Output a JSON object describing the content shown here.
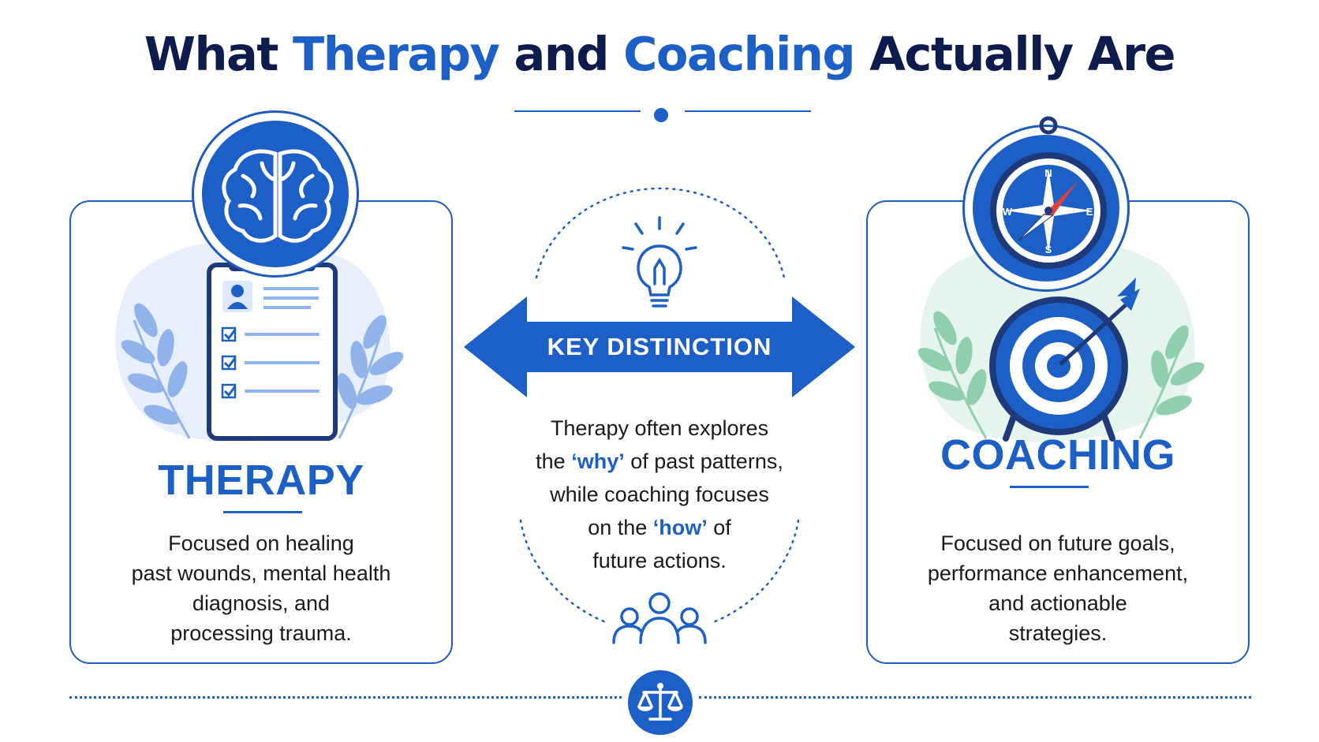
{
  "title": {
    "part1": "What ",
    "highlight1": "Therapy",
    "part2": " and ",
    "highlight2": "Coaching",
    "part3": " Actually Are"
  },
  "therapy": {
    "title": "THERAPY",
    "description": [
      "Focused on healing",
      "past wounds, mental health",
      "diagnosis, and",
      "processing trauma."
    ]
  },
  "coaching": {
    "title": "COACHING",
    "description": [
      "Focused on future goals,",
      "performance enhancement,",
      "and actionable",
      "strategies."
    ]
  },
  "center": {
    "arrow_label": "KEY DISTINCTION",
    "text1": "Therapy often explores",
    "text2a": "the ",
    "text2b": "‘why’",
    "text2c": " of past patterns,",
    "text3": "while coaching focuses",
    "text4a": "on the ",
    "text4b": "‘how’",
    "text4c": " of",
    "text5": "future actions."
  },
  "compass": {
    "n": "N",
    "e": "E",
    "s": "S",
    "w": "W"
  },
  "colors": {
    "primary": "#1c5fc6",
    "navy": "#0d1b4d",
    "leaf_blue": "#8fb3ea",
    "leaf_green": "#8fcfae",
    "needle_red": "#e0403a"
  }
}
